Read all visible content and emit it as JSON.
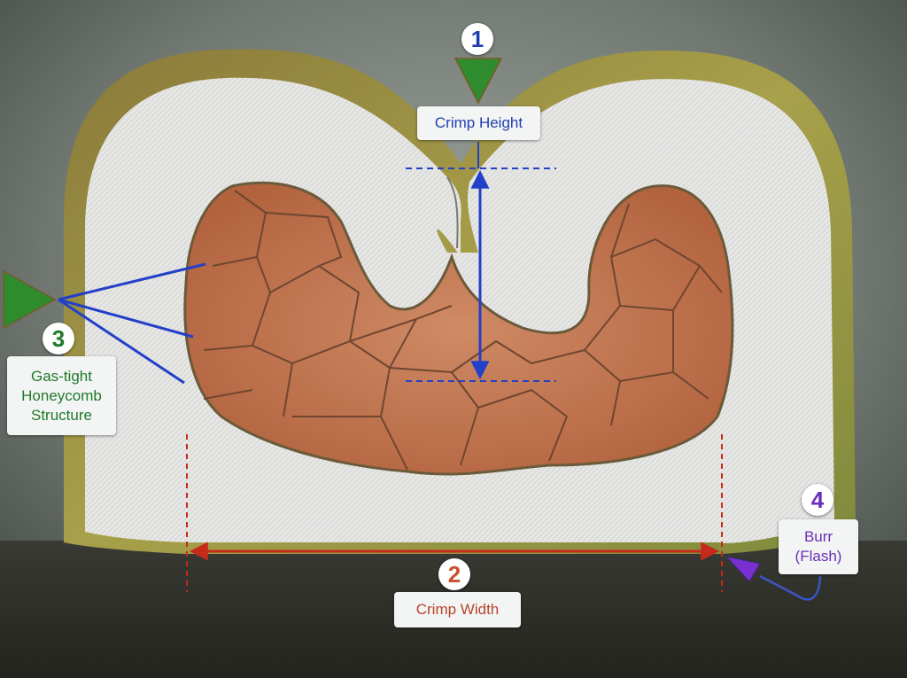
{
  "colors": {
    "crimp_height": "#1f3fb0",
    "crimp_width": "#b5452a",
    "honeycomb": "#1f7a2a",
    "burr": "#6a2fb8",
    "marker_green": "#2e8b2e",
    "measure_blue": "#2340c8",
    "measure_red": "#c62a1a",
    "copper": "#c67a55",
    "sleeve": "#e4e4e2"
  },
  "annotations": [
    {
      "id": "crimp_height",
      "number": "1",
      "label": "Crimp Height",
      "icon": "triangle-down-marker"
    },
    {
      "id": "crimp_width",
      "number": "2",
      "label": "Crimp Width",
      "icon": "double-arrow"
    },
    {
      "id": "honeycomb",
      "number": "3",
      "label": "Gas-tight\nHoneycomb\nStructure",
      "icon": "triangle-right-marker"
    },
    {
      "id": "burr",
      "number": "4",
      "label": "Burr\n(Flash)",
      "icon": "purple-arrow"
    }
  ]
}
